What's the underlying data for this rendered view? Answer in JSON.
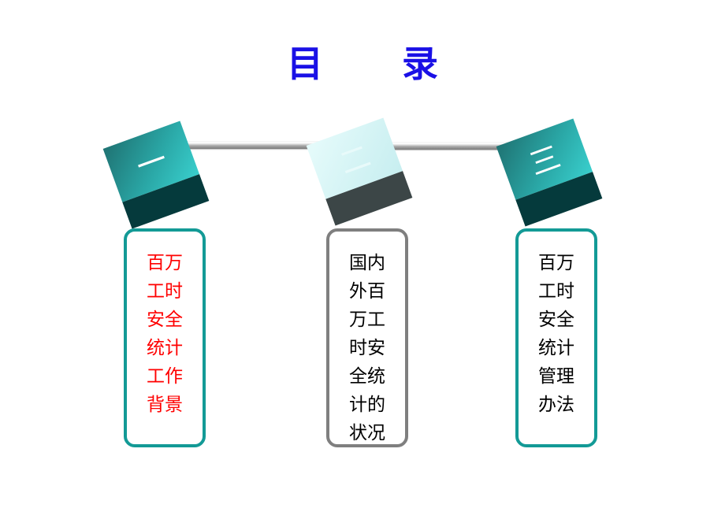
{
  "title": "目 录",
  "items": [
    {
      "number": "一",
      "lines": [
        "百万",
        "工时",
        "安全",
        "统计",
        "工作",
        "背景"
      ],
      "text_color": "#ff0000",
      "border_color": "#139a96",
      "cube_style": "teal"
    },
    {
      "number": "二",
      "lines": [
        "国内",
        "外百",
        "万工",
        "时安",
        "全统",
        "计的",
        "状况"
      ],
      "text_color": "#000000",
      "border_color": "#7f7f7f",
      "cube_style": "light"
    },
    {
      "number": "三",
      "lines": [
        "百万",
        "工时",
        "安全",
        "统计",
        "管理",
        "办法"
      ],
      "text_color": "#000000",
      "border_color": "#139a96",
      "cube_style": "teal"
    }
  ],
  "colors": {
    "title": "#1a10e6",
    "cube_teal": "#2aa7a6",
    "cube_dark": "#053a3c",
    "cube_light": "#d3f3f4"
  }
}
